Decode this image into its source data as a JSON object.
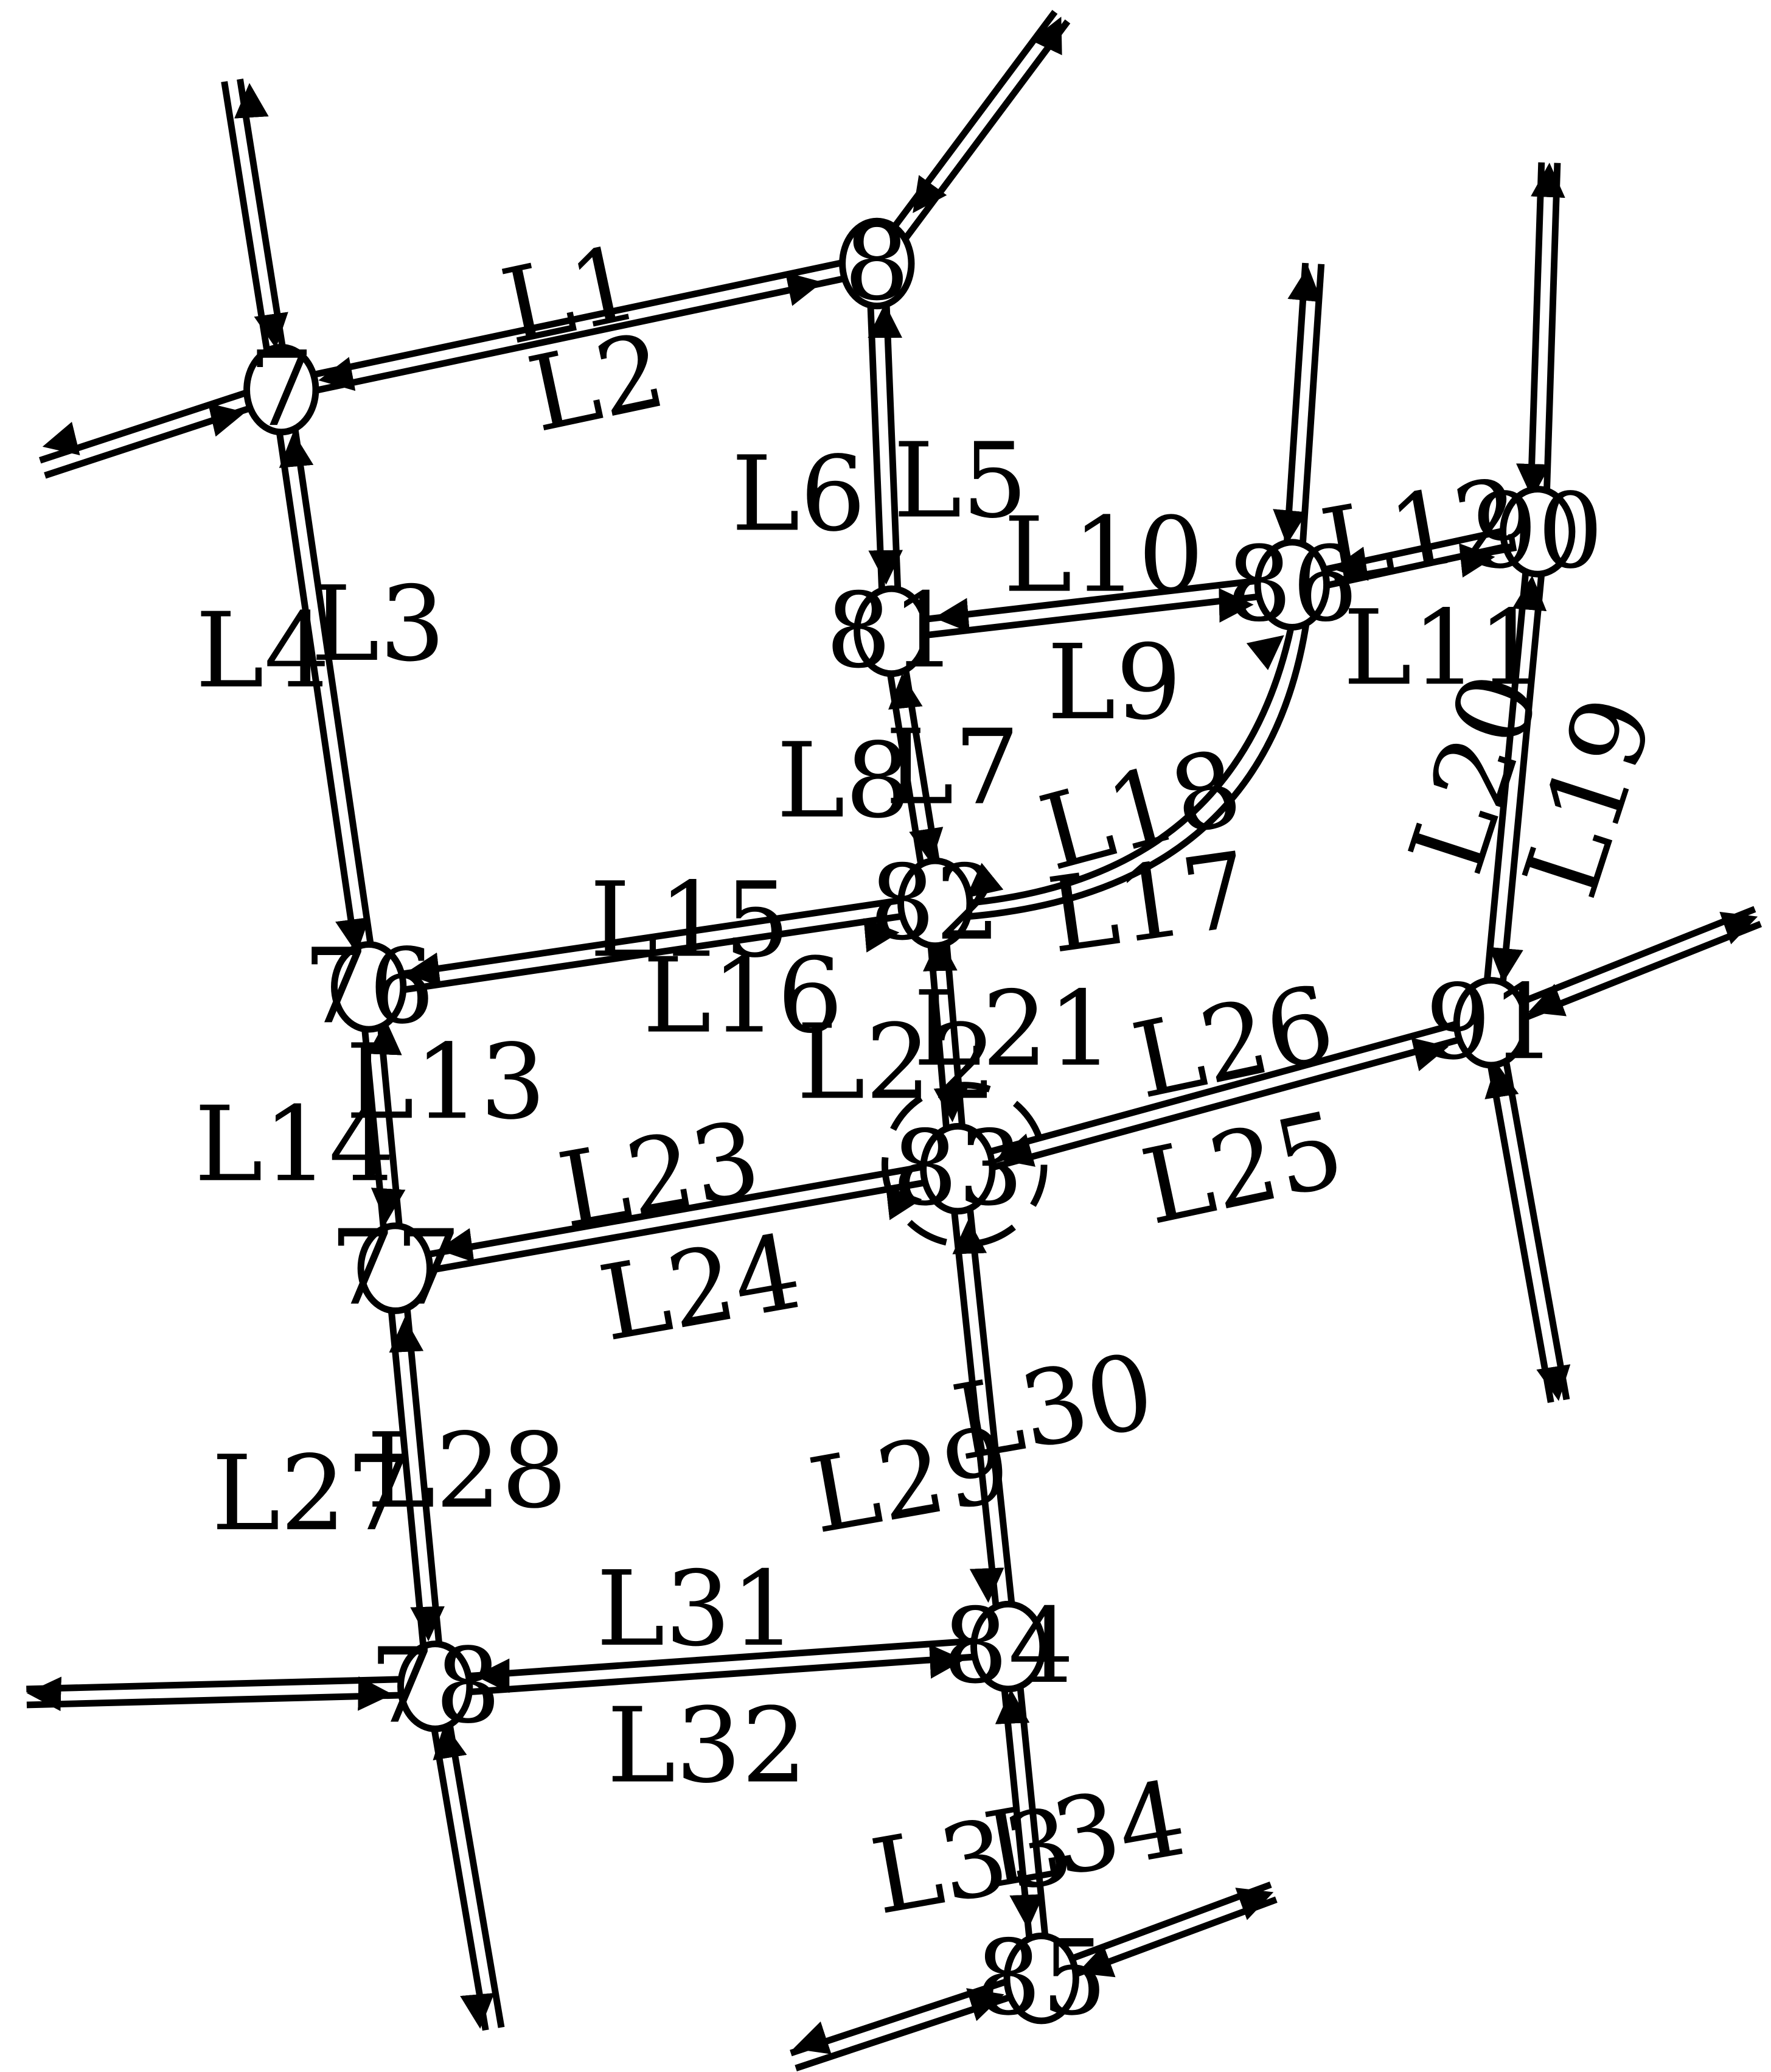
{
  "nodes": [
    "7",
    "8",
    "81",
    "86",
    "90",
    "82",
    "76",
    "83",
    "91",
    "77",
    "78",
    "84",
    "85"
  ],
  "links": [
    "L1",
    "L2",
    "L3",
    "L4",
    "L5",
    "L6",
    "L7",
    "L8",
    "L9",
    "L10",
    "L11",
    "L12",
    "L13",
    "L14",
    "L15",
    "L16",
    "L17",
    "L18",
    "L19",
    "L20",
    "L21",
    "L22",
    "L23",
    "L24",
    "L25",
    "L26",
    "L27",
    "L28",
    "L29",
    "L30",
    "L31",
    "L32",
    "L33",
    "L34"
  ],
  "highlighted_node": "83"
}
